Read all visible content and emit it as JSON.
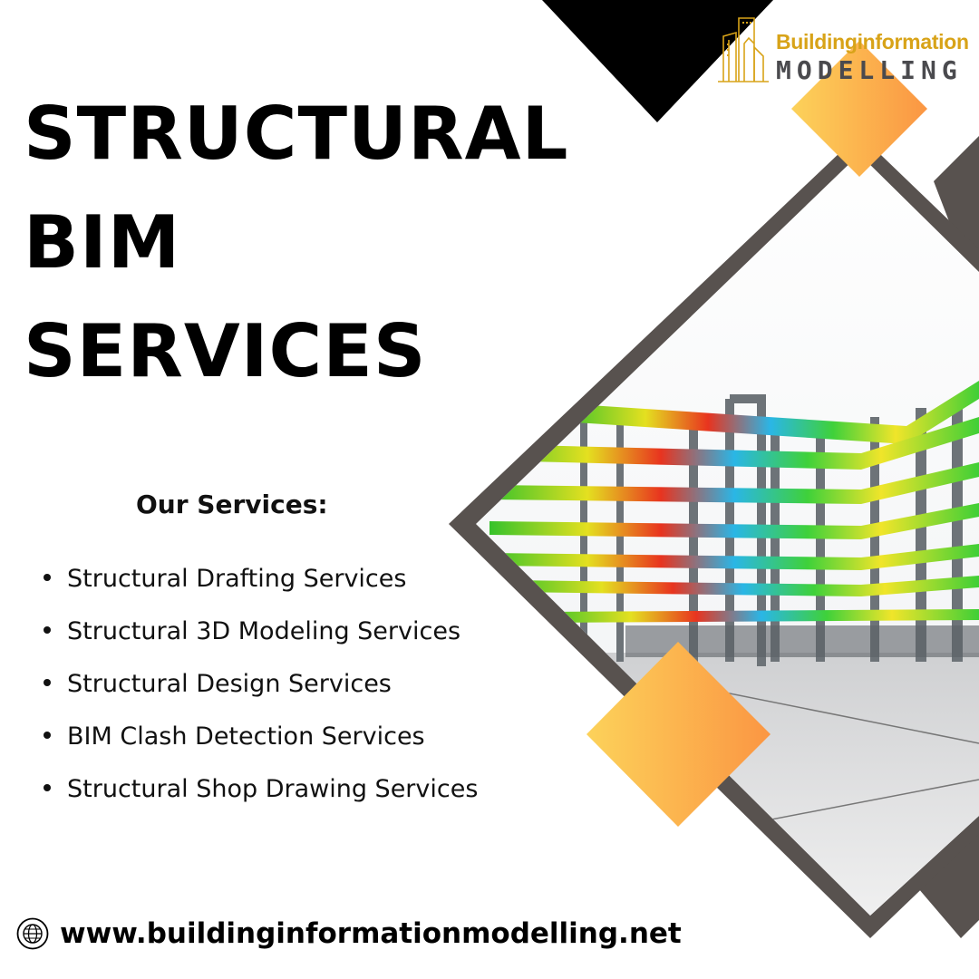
{
  "title_lines": [
    "STRUCTURAL",
    "BIM",
    "SERVICES"
  ],
  "logo": {
    "line1": "Buildinginformation",
    "line2": "MODELLING"
  },
  "services": {
    "heading": "Our Services:",
    "items": [
      "Structural Drafting Services",
      "Structural 3D Modeling Services",
      "Structural Design Services",
      "BIM Clash Detection Services",
      "Structural Shop Drawing Services"
    ]
  },
  "footer": {
    "icon": "globe-icon",
    "url": "www.buildinginformationmodelling.net"
  },
  "colors": {
    "dark": "#58524f",
    "accent_start": "#fcd25a",
    "accent_end": "#fb9643",
    "logo_gold": "#d8a318"
  }
}
